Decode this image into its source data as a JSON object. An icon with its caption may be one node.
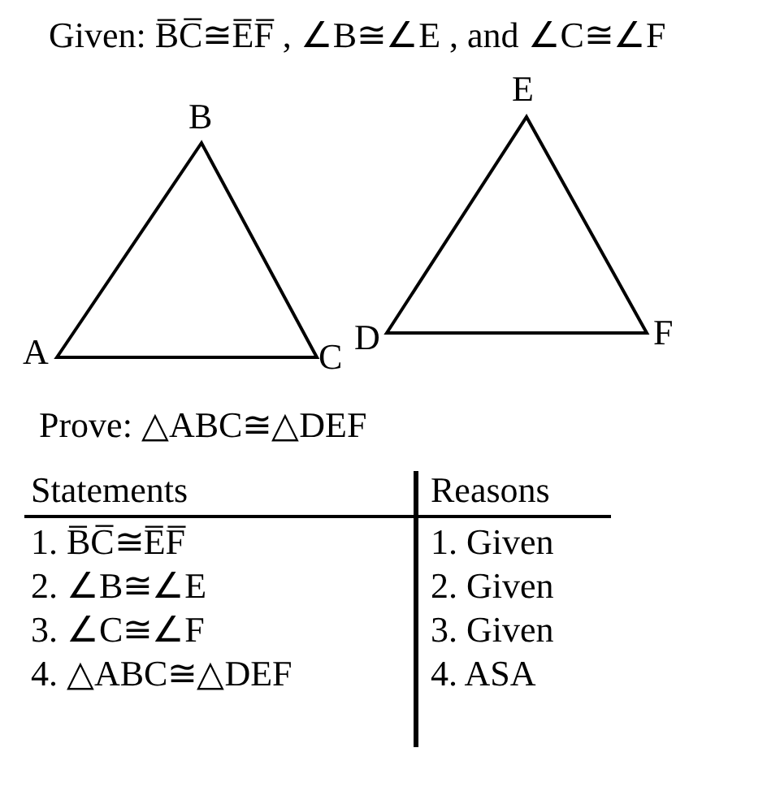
{
  "diagram": {
    "title": "Given: B̅C̅≅E̅F̅ , ∠B≅∠E , and ∠C≅∠F",
    "labels": [
      "B",
      "E",
      "A",
      "C",
      "D",
      "F",
      "Prove: △ABC≅△DEF",
      "Statements",
      "Reasons",
      "1. B̅C̅≅E̅F̅",
      "1. Given",
      "2. ∠B≅∠E",
      "2. Given",
      "3. ∠C≅∠F",
      "3. Given",
      "4. △ABC≅△DEF",
      "4. ASA"
    ]
  }
}
